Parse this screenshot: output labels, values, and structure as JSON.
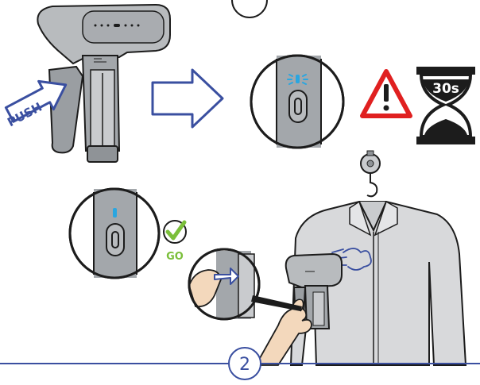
{
  "labels": {
    "push": "PUSH",
    "timer": "30s",
    "go": "GO",
    "step_number": "2"
  },
  "colors": {
    "outline": "#1c1c1c",
    "arrow_blue": "#3a4fa0",
    "indicator_blue": "#2aa6e0",
    "warning_red": "#e02020",
    "go_green": "#7bbf3a",
    "device_gray": "#9a9ea2",
    "shirt_gray": "#d8d9db",
    "divider_blue": "#3a4fa0"
  },
  "icons": {
    "warning": "warning-triangle-icon",
    "hourglass": "hourglass-icon",
    "check": "checkmark-icon",
    "steam": "steam-icon",
    "arrow": "right-arrow-icon"
  }
}
